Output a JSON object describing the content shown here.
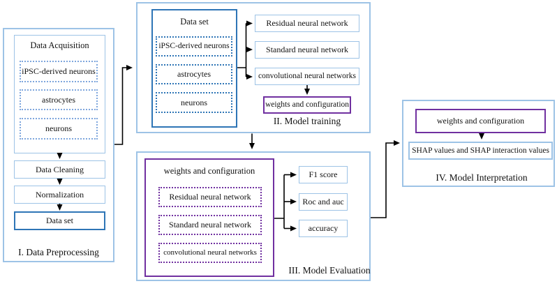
{
  "colors": {
    "panel_border": "#9dc3e6",
    "light_blue_box": "#9dc3e6",
    "strong_blue": "#2e75b6",
    "dotted_light_blue": "#7ea6dd",
    "purple": "#7030a0",
    "line": "#000000"
  },
  "p1": {
    "label": "I. Data Preprocessing",
    "acq_title": "Data Acquisition",
    "items": [
      "iPSC-derived neurons",
      "astrocytes",
      "neurons"
    ],
    "cleaning": "Data Cleaning",
    "normalization": "Normalization",
    "dataset": "Data set"
  },
  "p2": {
    "label": "II. Model training",
    "dataset_title": "Data set",
    "items": [
      "iPSC-derived neurons",
      "astrocytes",
      "neurons"
    ],
    "models": [
      "Residual neural network",
      "Standard neural network",
      "convolutional neural networks"
    ],
    "weights": "weights and configuration"
  },
  "p3": {
    "label": "III. Model Evaluation",
    "weights_title": "weights and configuration",
    "models": [
      "Residual neural network",
      "Standard neural network",
      "convolutional neural networks"
    ],
    "metrics": [
      "F1 score",
      "Roc and auc",
      "accuracy"
    ]
  },
  "p4": {
    "label": "IV. Model Interpretation",
    "weights": "weights and configuration",
    "shap": "SHAP values and SHAP interaction values"
  }
}
